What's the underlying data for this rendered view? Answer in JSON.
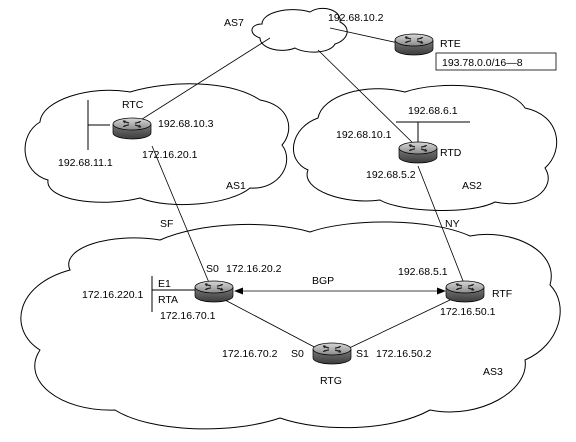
{
  "clouds": {
    "as7": "AS7",
    "as1": "AS1",
    "as2": "AS2",
    "as3": "AS3"
  },
  "routers": {
    "rte": {
      "name": "RTE",
      "ip_as7": "192.68.10.2"
    },
    "rtc": {
      "name": "RTC",
      "ip_as7": "192.68.10.3",
      "ip_lan": "192.68.11.1",
      "ip_sf": "172.16.20.1"
    },
    "rtd": {
      "name": "RTD",
      "ip_lan": "192.68.6.1",
      "ip_as7": "192.68.10.1",
      "ip_ny": "192.68.5.2"
    },
    "rta": {
      "name": "RTA",
      "s0": "S0",
      "ip_s0": "172.16.20.2",
      "e1": "E1",
      "ip_e1": "172.16.220.1",
      "ip_rtg": "172.16.70.1"
    },
    "rtf": {
      "name": "RTF",
      "ip_ny": "192.68.5.1",
      "ip_rtg": "172.16.50.1"
    },
    "rtg": {
      "name": "RTG",
      "s0": "S0",
      "ip_s0": "172.16.70.2",
      "s1": "S1",
      "ip_s1": "172.16.50.2"
    }
  },
  "links": {
    "sf": "SF",
    "ny": "NY",
    "bgp": "BGP"
  },
  "route_box": "193.78.0.0/16—8",
  "colors": {
    "router_body": "#6d6d6d",
    "router_top": "#b4b4b4",
    "outline": "#000000"
  }
}
